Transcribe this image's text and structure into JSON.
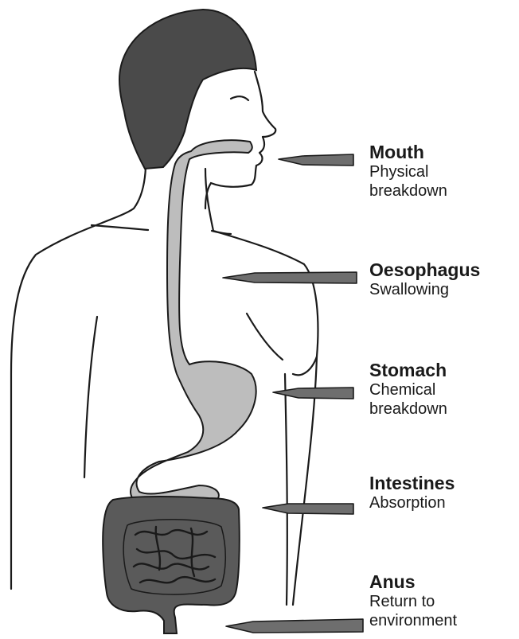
{
  "labels": [
    {
      "title": "Mouth",
      "description": [
        "Physical",
        "breakdown"
      ]
    },
    {
      "title": "Oesophagus",
      "description": [
        "Swallowing"
      ]
    },
    {
      "title": "Stomach",
      "description": [
        "Chemical",
        "breakdown"
      ]
    },
    {
      "title": "Intestines",
      "description": [
        "Absorption"
      ]
    },
    {
      "title": "Anus",
      "description": [
        "Return to",
        "environment"
      ]
    }
  ],
  "colors": {
    "outline": "#1a1a1a",
    "hair": "#4a4a4a",
    "digestive_tract": "#bdbdbd",
    "intestines": "#5a5a5a",
    "arrow": "#6e6e6e"
  }
}
